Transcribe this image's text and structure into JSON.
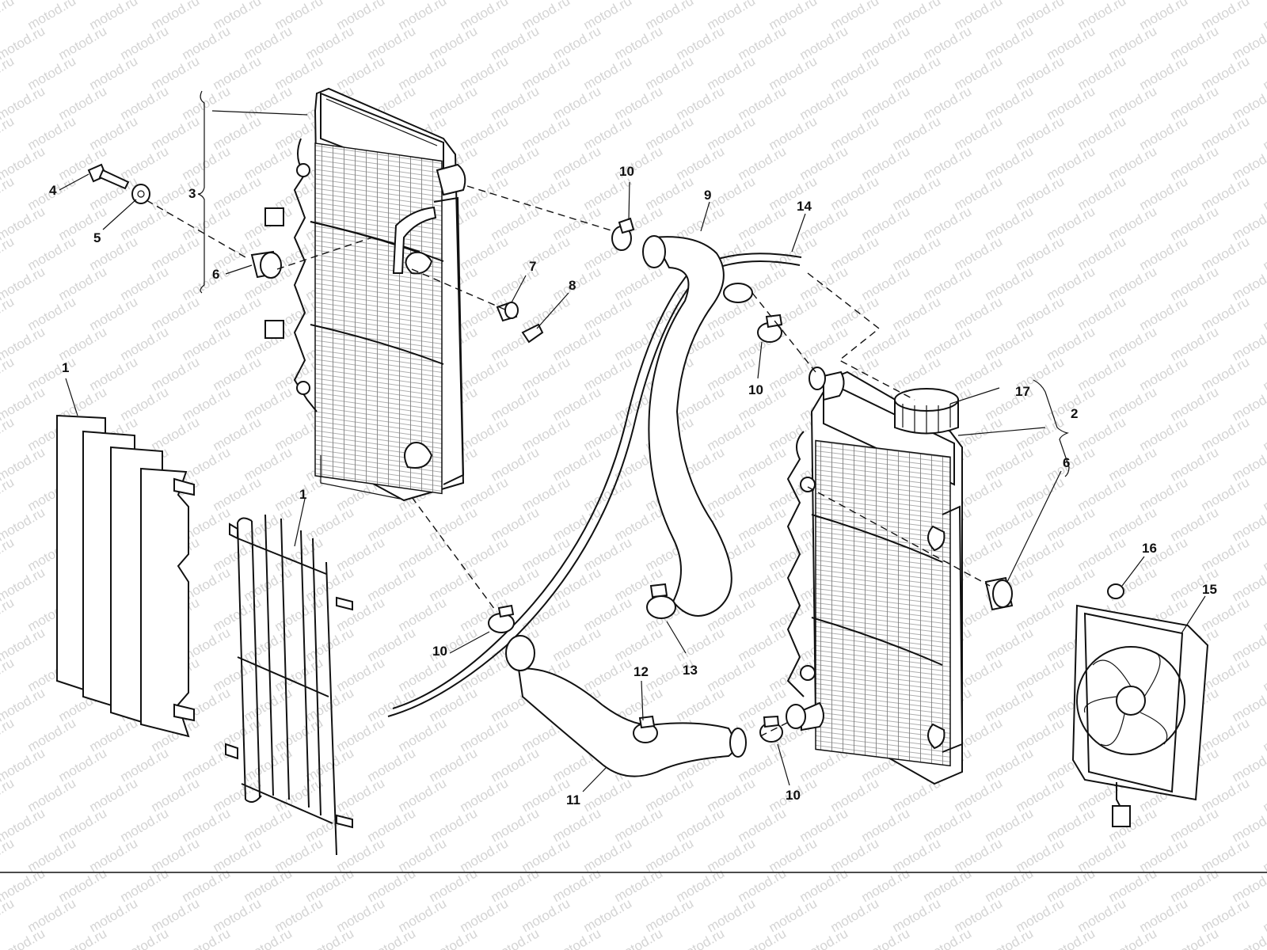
{
  "watermark": "motod.ru",
  "labels": {
    "l1a": "1",
    "l1b": "1",
    "l2": "2",
    "l3": "3",
    "l4": "4",
    "l5": "5",
    "l6a": "6",
    "l6b": "6",
    "l7": "7",
    "l8": "8",
    "l9": "9",
    "l10a": "10",
    "l10b": "10",
    "l10c": "10",
    "l10d": "10",
    "l11": "11",
    "l12": "12",
    "l13": "13",
    "l14": "14",
    "l15": "15",
    "l16": "16",
    "l17": "17"
  }
}
